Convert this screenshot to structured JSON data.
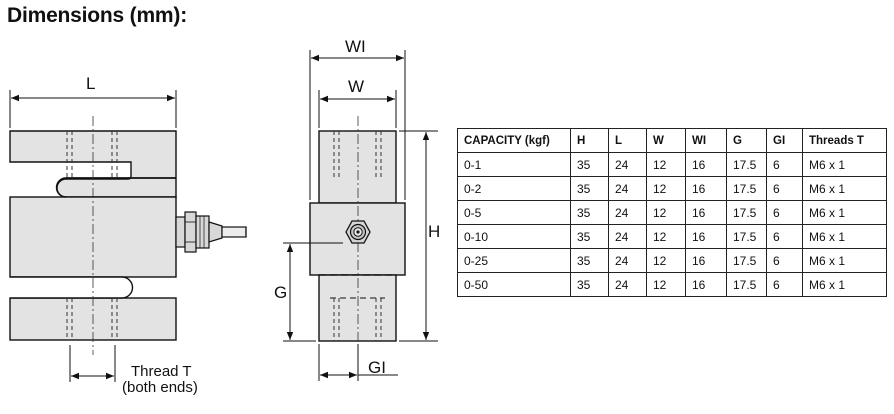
{
  "heading": "Dimensions (mm):",
  "side_view": {
    "length_label": "L",
    "thread_label_line1": "Thread T",
    "thread_label_line2": "(both ends)"
  },
  "front_view": {
    "w1_label": "WI",
    "w_label": "W",
    "h_label": "H",
    "g_label": "G",
    "g1_label": "GI"
  },
  "spec_table": {
    "headers": [
      "CAPACITY (kgf)",
      "H",
      "L",
      "W",
      "WI",
      "G",
      "GI",
      "Threads T"
    ],
    "rows": [
      [
        "0-1",
        "35",
        "24",
        "12",
        "16",
        "17.5",
        "6",
        "M6 x 1"
      ],
      [
        "0-2",
        "35",
        "24",
        "12",
        "16",
        "17.5",
        "6",
        "M6 x 1"
      ],
      [
        "0-5",
        "35",
        "24",
        "12",
        "16",
        "17.5",
        "6",
        "M6 x 1"
      ],
      [
        "0-10",
        "35",
        "24",
        "12",
        "16",
        "17.5",
        "6",
        "M6 x 1"
      ],
      [
        "0-25",
        "35",
        "24",
        "12",
        "16",
        "17.5",
        "6",
        "M6 x 1"
      ],
      [
        "0-50",
        "35",
        "24",
        "12",
        "16",
        "17.5",
        "6",
        "M6 x 1"
      ]
    ]
  },
  "colors": {
    "body_fill": "#e3e3e3",
    "line": "#111111"
  }
}
